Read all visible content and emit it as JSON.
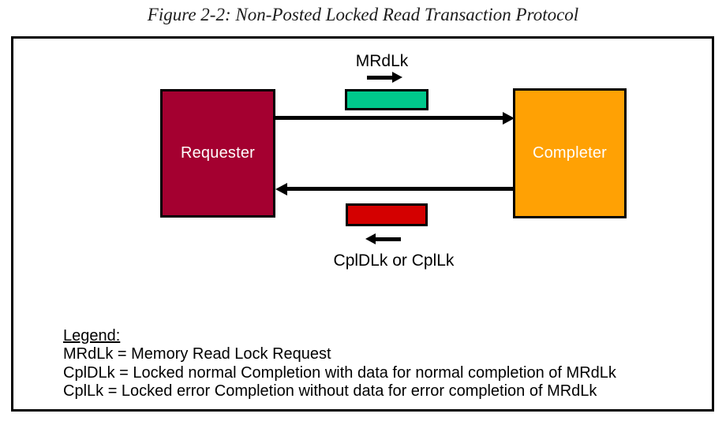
{
  "figure_title": "Figure 2-2: Non-Posted Locked Read Transaction Protocol",
  "diagram": {
    "requester": {
      "label": "Requester",
      "color": "#A40030"
    },
    "completer": {
      "label": "Completer",
      "color": "#FFA104"
    },
    "request": {
      "label": "MRdLk",
      "packet_color": "#00C88C"
    },
    "completion": {
      "label": "CplDLk or CplLk",
      "packet_color": "#D40000"
    },
    "arrow_color": "#000000"
  },
  "legend": {
    "heading": "Legend:",
    "entries": [
      "MRdLk = Memory Read Lock Request",
      "CplDLk = Locked normal Completion with data for normal completion of MRdLk",
      "CplLk = Locked error Completion without data for error completion of MRdLk"
    ]
  }
}
